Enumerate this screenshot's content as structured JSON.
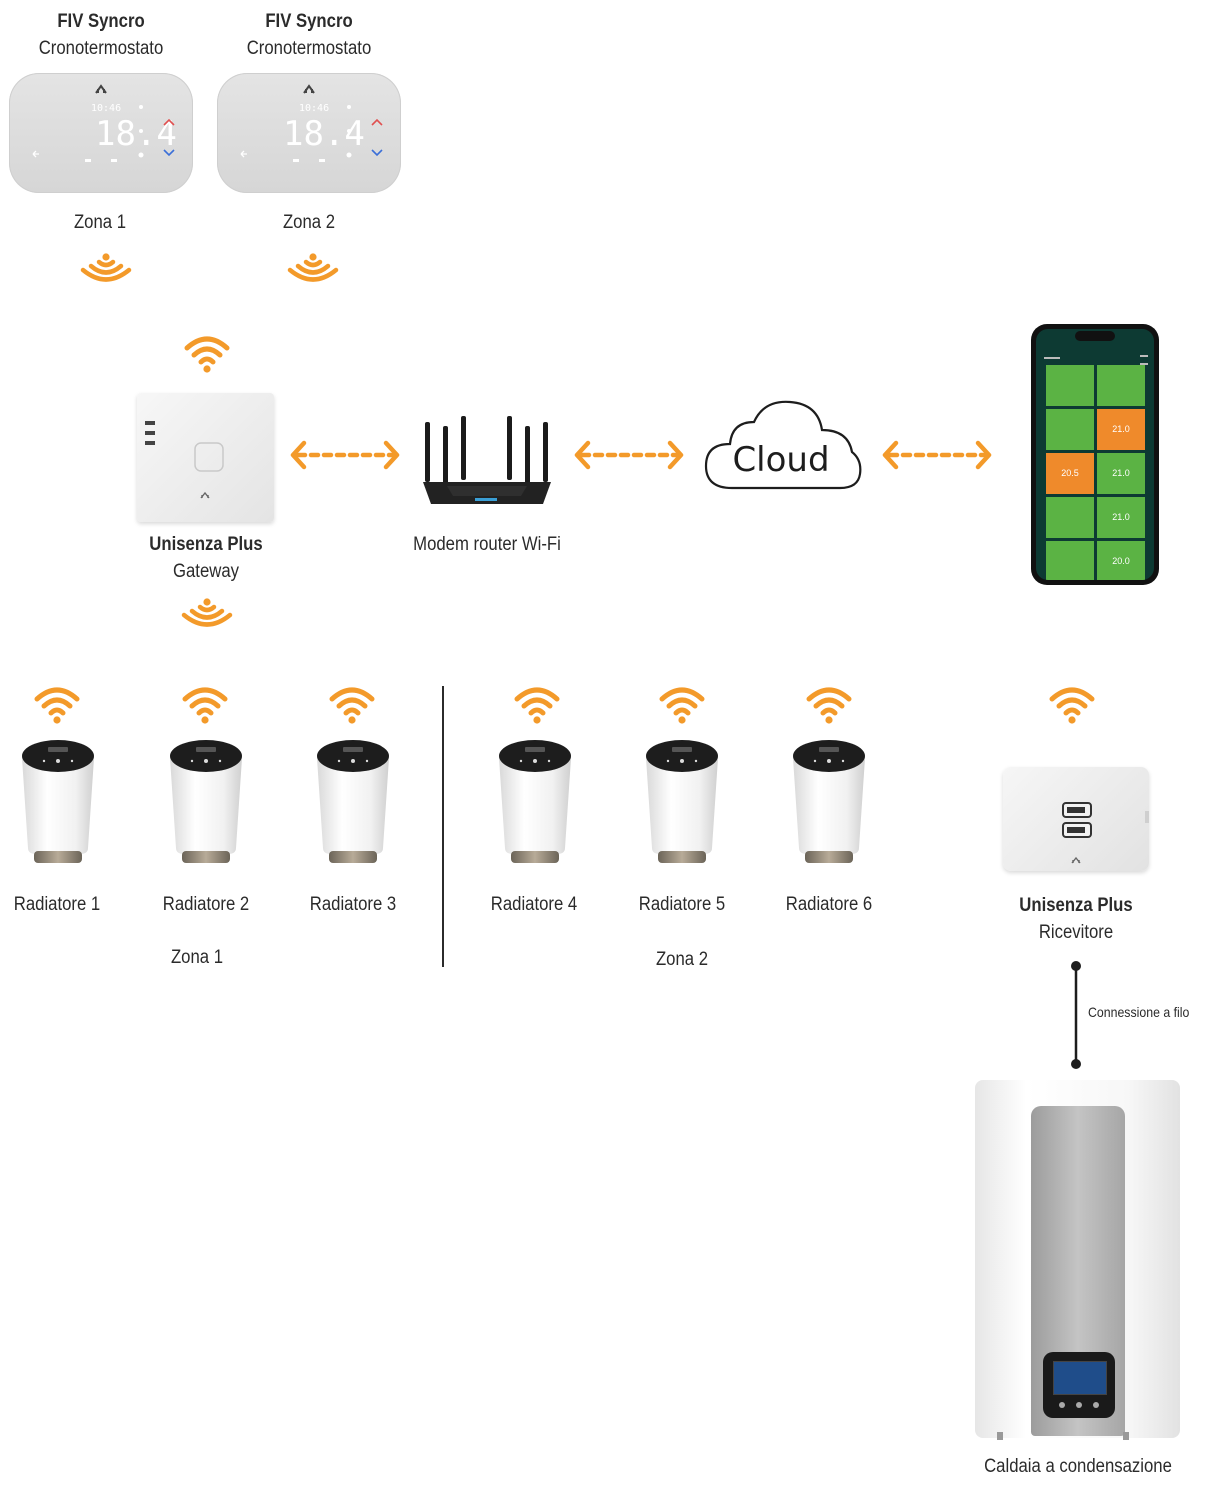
{
  "colors": {
    "accent": "#f39a2a",
    "text": "#2b2b2b",
    "device_white": "#f2f2f2"
  },
  "thermostats": [
    {
      "name": "FIV Syncro",
      "type": "Cronotermostato",
      "zone": "Zona 1",
      "display": "18.4"
    },
    {
      "name": "FIV Syncro",
      "type": "Cronotermostato",
      "zone": "Zona 2",
      "display": "18.4"
    }
  ],
  "gateway": {
    "name": "Unisenza Plus",
    "type": "Gateway"
  },
  "router": {
    "label": "Modem router Wi-Fi"
  },
  "cloud": {
    "label": "Cloud"
  },
  "phone": {
    "tiles": [
      "",
      "",
      "",
      "21.0",
      "20.5",
      "21.0",
      "",
      "21.0",
      "",
      "20.0"
    ]
  },
  "radiators": [
    {
      "label": "Radiatore 1"
    },
    {
      "label": "Radiatore 2"
    },
    {
      "label": "Radiatore 3"
    },
    {
      "label": "Radiatore 4"
    },
    {
      "label": "Radiatore 5"
    },
    {
      "label": "Radiatore 6"
    }
  ],
  "zones": {
    "left": "Zona 1",
    "right": "Zona 2"
  },
  "receiver": {
    "name": "Unisenza Plus",
    "type": "Ricevitore"
  },
  "wire": {
    "label": "Connessione a filo"
  },
  "boiler": {
    "label": "Caldaia a condensazione"
  },
  "icons": {
    "wifi": "wifi-icon",
    "signal": "radio-signal-icon",
    "arrow": "double-arrow-icon"
  }
}
